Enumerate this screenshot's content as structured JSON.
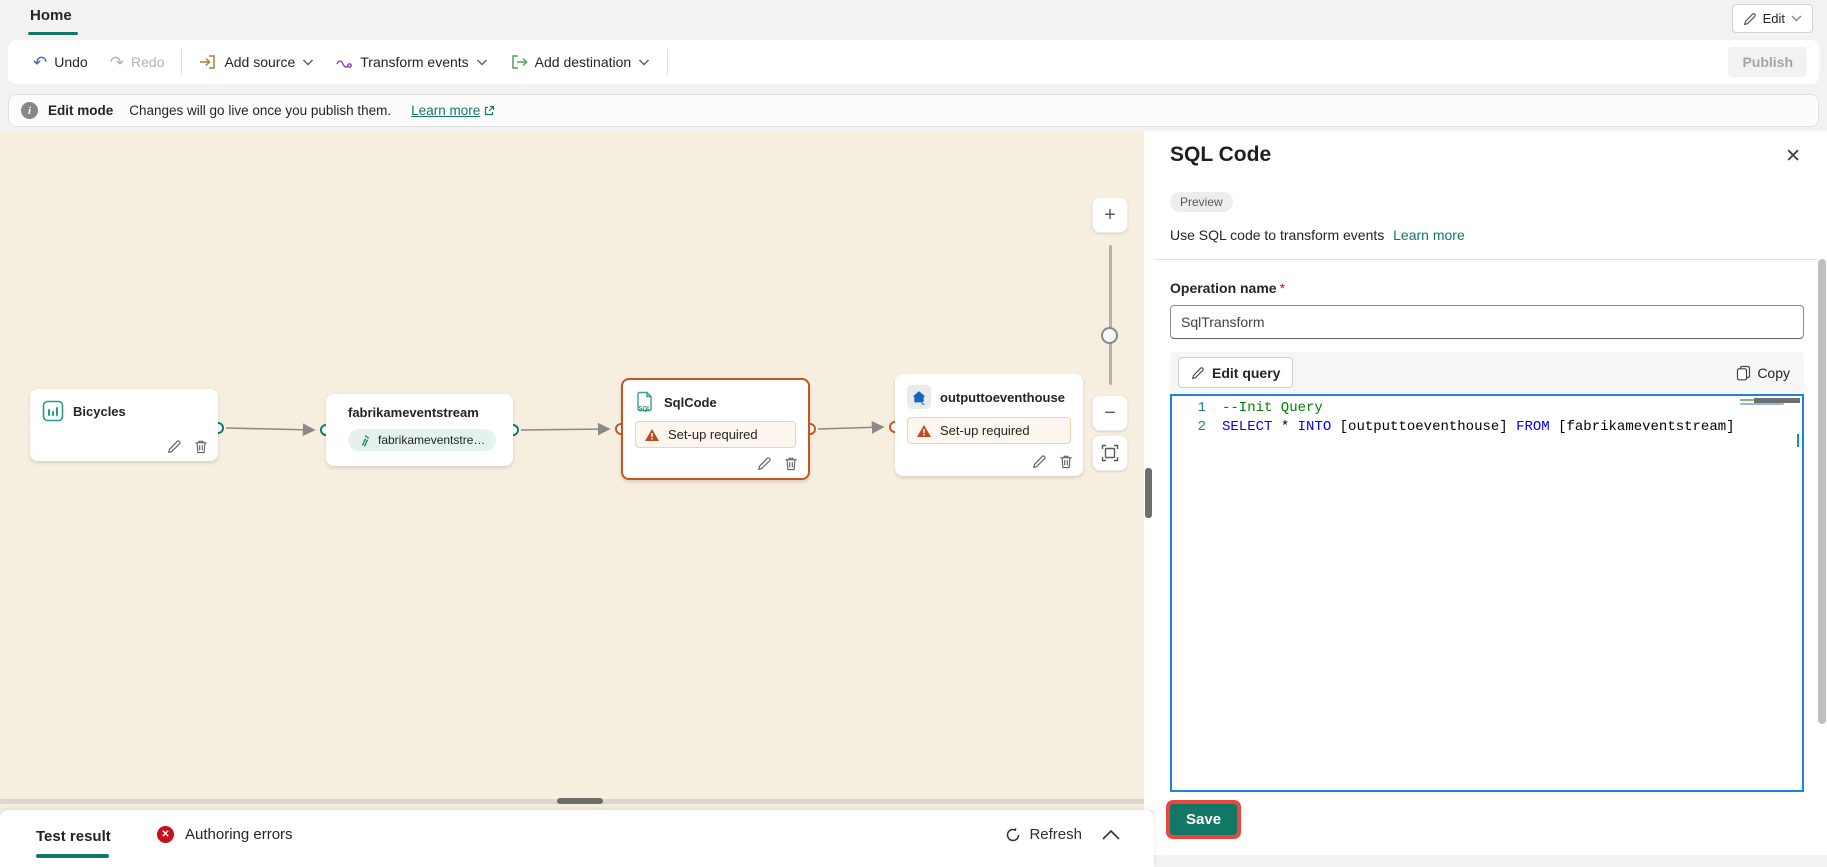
{
  "tabs": {
    "home": "Home"
  },
  "top_right": {
    "edit_label": "Edit"
  },
  "ribbon": {
    "undo": "Undo",
    "redo": "Redo",
    "add_source": "Add source",
    "transform_events": "Transform events",
    "add_destination": "Add destination",
    "publish": "Publish"
  },
  "banner": {
    "title": "Edit mode",
    "message": "Changes will go live once you publish them.",
    "link": "Learn more"
  },
  "canvas": {
    "nodes": {
      "bicycles": {
        "title": "Bicycles"
      },
      "eventstream": {
        "title": "fabrikameventstream",
        "pill": "fabrikameventstre…"
      },
      "sqlcode": {
        "title": "SqlCode",
        "status": "Set-up required"
      },
      "eventhouse": {
        "title": "outputtoeventhouse",
        "status": "Set-up required"
      }
    },
    "zoom": {
      "plus": "+",
      "minus": "−"
    }
  },
  "panel": {
    "title": "SQL Code",
    "close_glyph": "✕",
    "badge": "Preview",
    "description": "Use SQL code to transform events",
    "learn_more": "Learn more",
    "operation_name_label": "Operation name",
    "required_marker": "*",
    "operation_name_value": "SqlTransform",
    "edit_query": "Edit query",
    "copy": "Copy",
    "editor": {
      "line1_num": "1",
      "line1_comment": "--Init Query",
      "line2_num": "2",
      "line2": {
        "kw1": "SELECT",
        "plain1": " * ",
        "kw2": "INTO",
        "plain2": " [outputtoeventhouse] ",
        "kw3": "FROM",
        "plain3": " [fabrikameventstream]"
      }
    },
    "save": "Save"
  },
  "bottom_bar": {
    "test_result": "Test result",
    "authoring_errors": "Authoring errors",
    "refresh": "Refresh"
  },
  "glyphs": {
    "undo": "↶",
    "redo": "↷",
    "info": "i",
    "error": "✕"
  },
  "colors": {
    "accent_teal": "#117865",
    "warning_orange": "#c4571f",
    "error_red": "#c50f1f",
    "editor_focus_blue": "#1588dd",
    "keyword_blue": "#0000ff",
    "comment_green": "#008000",
    "canvas_cream": "#f6efdf",
    "save_highlight_red": "#e8473f"
  }
}
